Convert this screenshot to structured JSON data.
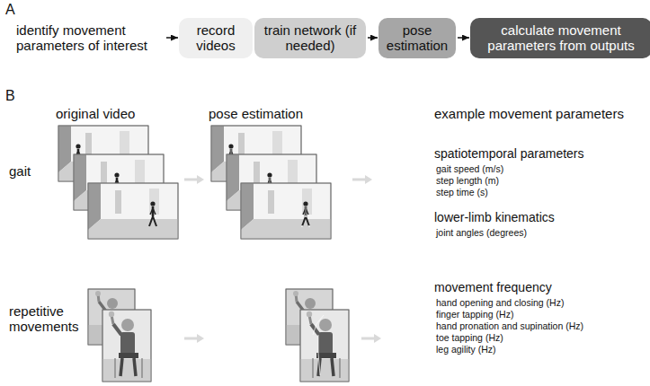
{
  "diagram": {
    "nodes": [
      {
        "text": [
          "identify movement parameters of interest"
        ]
      },
      {
        "text": [
          "record videos"
        ]
      },
      {
        "text": [
          "train network (if needed)"
        ]
      },
      {
        "text": [
          "pose estimation"
        ]
      },
      {
        "text": [
          "calculate movement parameters from outputs"
        ]
      }
    ],
    "edges": [
      {
        "from": 0,
        "to": 1,
        "arrow": "to"
      },
      {
        "from": 2,
        "to": 3,
        "arrow": "to"
      },
      {
        "from": 3,
        "to": 4,
        "arrow": "to"
      }
    ],
    "labels": [
      "A",
      "B",
      "original video",
      "pose estimation",
      "example movement parameters",
      "gait",
      "repetitive movements",
      "spatiotemporal parameters",
      "gait speed (m/s)",
      "step length (m)",
      "step time (s)",
      "lower-limb kinematics",
      "joint angles (degrees)",
      "movement frequency",
      "hand opening and closing (Hz)",
      "finger tapping (Hz)",
      "hand pronation and supination (Hz)",
      "toe tapping (Hz)",
      "leg agility (Hz)"
    ]
  }
}
